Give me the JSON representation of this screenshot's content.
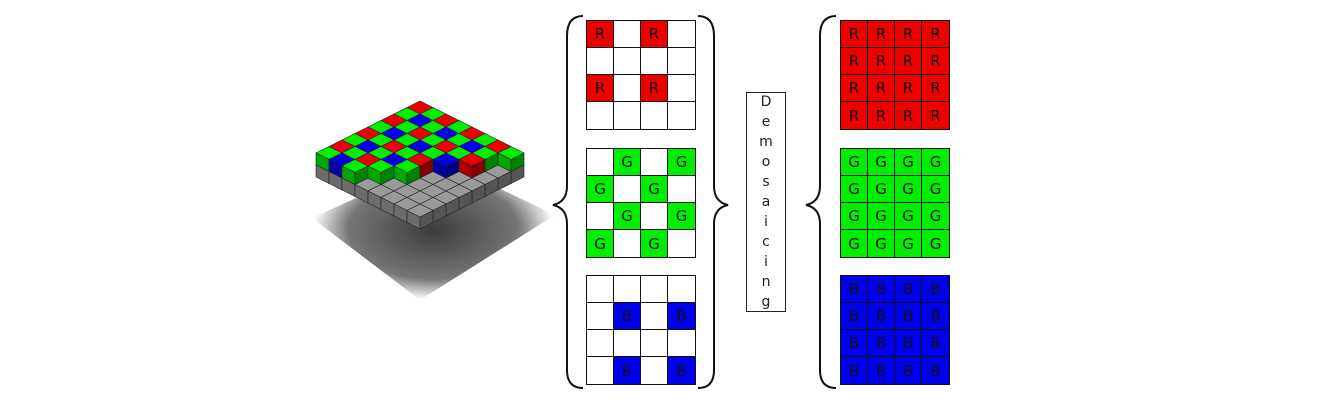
{
  "colors": {
    "red": "#ee0000",
    "green": "#00ee00",
    "blue": "#0000ee",
    "empty": "#ffffff"
  },
  "bayer_sensor": {
    "pattern": [
      "G",
      "R",
      "G",
      "R",
      "G",
      "R",
      "B",
      "G",
      "B",
      "G",
      "B",
      "G"
    ],
    "note_icon": "bayer-sensor-3d-icon"
  },
  "filtered_grids": [
    {
      "id": "red-channel-sparse",
      "color": "red",
      "cells": [
        [
          "R",
          "",
          "R",
          ""
        ],
        [
          "",
          "",
          "",
          ""
        ],
        [
          "R",
          "",
          "R",
          ""
        ],
        [
          "",
          "",
          "",
          ""
        ]
      ]
    },
    {
      "id": "green-channel-sparse",
      "color": "green",
      "cells": [
        [
          "",
          "G",
          "",
          "G"
        ],
        [
          "G",
          "",
          "G",
          ""
        ],
        [
          "",
          "G",
          "",
          "G"
        ],
        [
          "G",
          "",
          "G",
          ""
        ]
      ]
    },
    {
      "id": "blue-channel-sparse",
      "color": "blue",
      "cells": [
        [
          "",
          "",
          "",
          ""
        ],
        [
          "",
          "B",
          "",
          "B"
        ],
        [
          "",
          "",
          "",
          ""
        ],
        [
          "",
          "B",
          "",
          "B"
        ]
      ]
    }
  ],
  "process_label": {
    "letters": [
      "D",
      "e",
      "m",
      "o",
      "s",
      "a",
      "i",
      "c",
      "i",
      "n",
      "g"
    ]
  },
  "full_grids": [
    {
      "id": "red-channel-full",
      "color": "red",
      "cells": [
        [
          "R",
          "R",
          "R",
          "R"
        ],
        [
          "R",
          "R",
          "R",
          "R"
        ],
        [
          "R",
          "R",
          "R",
          "R"
        ],
        [
          "R",
          "R",
          "R",
          "R"
        ]
      ]
    },
    {
      "id": "green-channel-full",
      "color": "green",
      "cells": [
        [
          "G",
          "G",
          "G",
          "G"
        ],
        [
          "G",
          "G",
          "G",
          "G"
        ],
        [
          "G",
          "G",
          "G",
          "G"
        ],
        [
          "G",
          "G",
          "G",
          "G"
        ]
      ]
    },
    {
      "id": "blue-channel-full",
      "color": "blue",
      "cells": [
        [
          "B",
          "B",
          "B",
          "B"
        ],
        [
          "B",
          "B",
          "B",
          "B"
        ],
        [
          "B",
          "B",
          "B",
          "B"
        ],
        [
          "B",
          "B",
          "B",
          "B"
        ]
      ]
    }
  ]
}
